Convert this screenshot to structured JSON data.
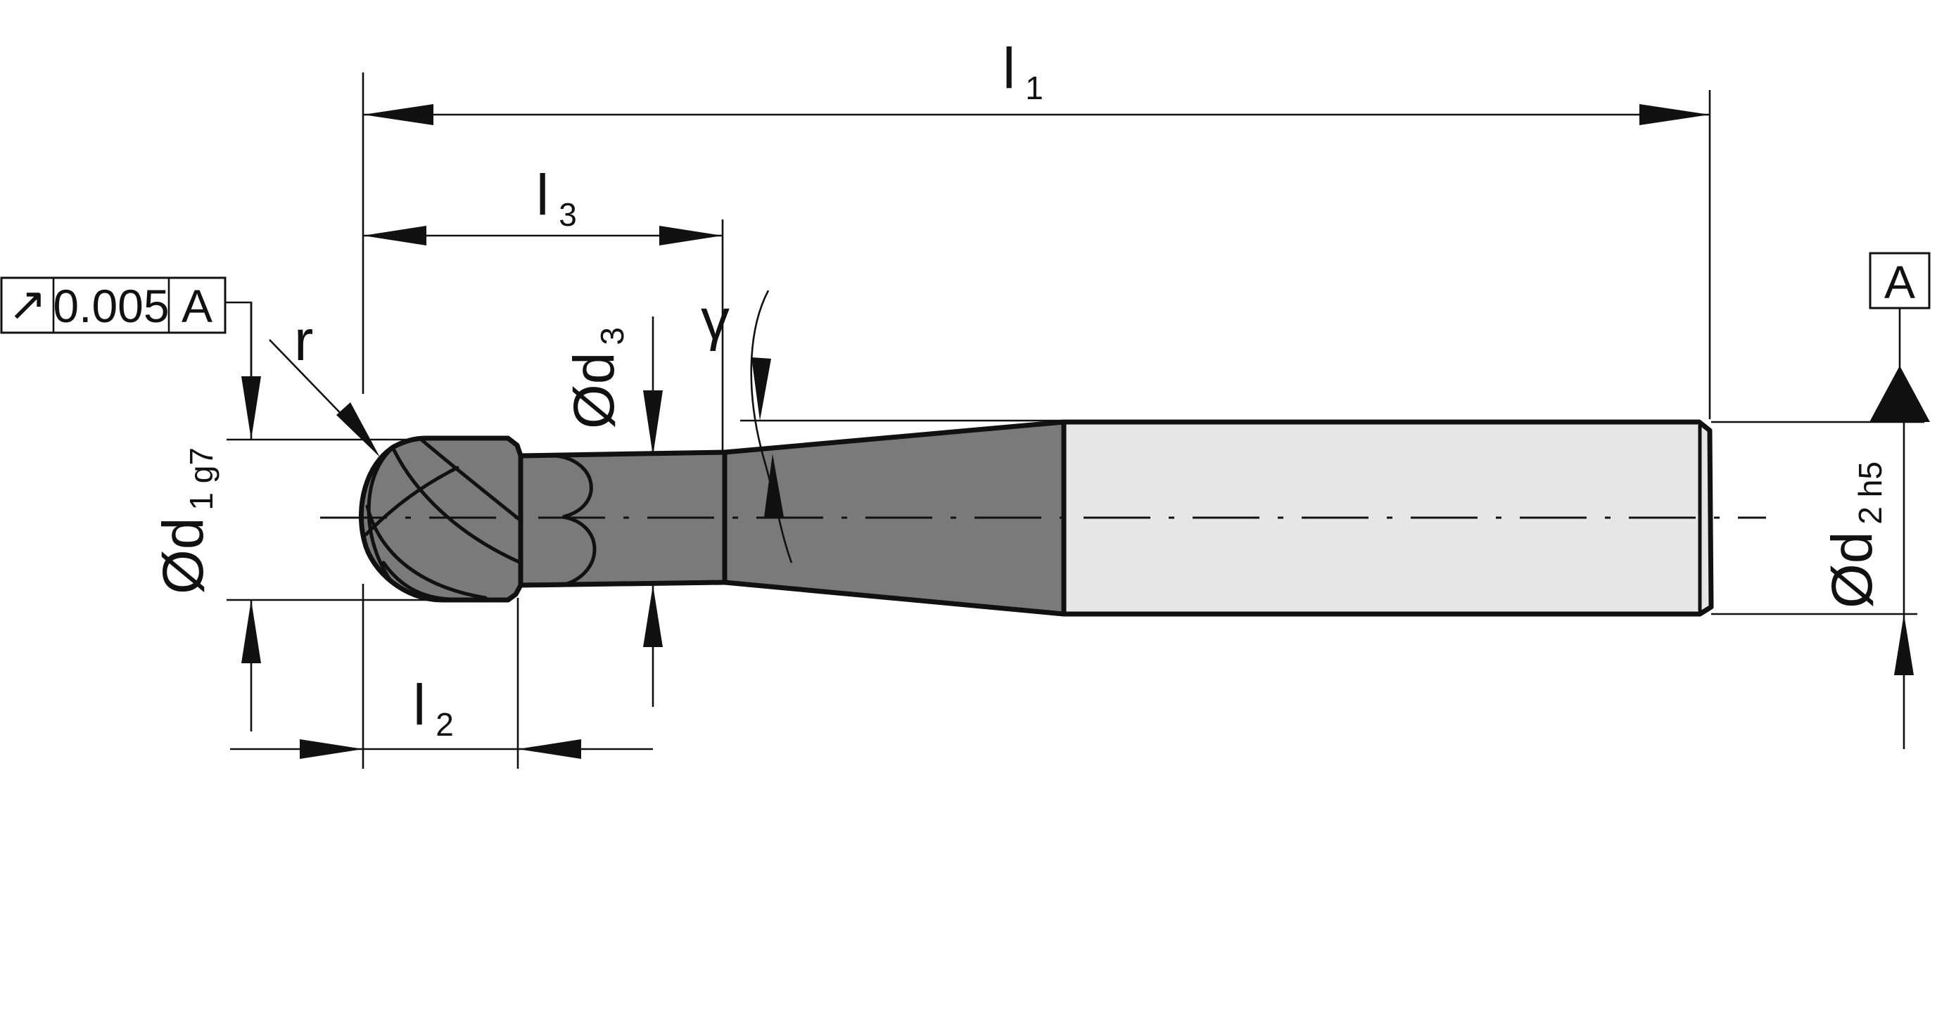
{
  "drawing": {
    "tool": "ball nose end mill",
    "labels": {
      "l1": {
        "main": "l",
        "sub": "1"
      },
      "l2": {
        "main": "l",
        "sub": "2"
      },
      "l3": {
        "main": "l",
        "sub": "3"
      },
      "r": "r",
      "gamma": "γ",
      "d1": {
        "main": "Ød",
        "sub": "1 g7"
      },
      "d2": {
        "main": "Ød",
        "sub": "2 h5"
      },
      "d3": {
        "main": "Ød",
        "sub": "3"
      }
    },
    "tolerance_frame": {
      "symbol": "↗",
      "value": "0.005",
      "datum": "A"
    },
    "datum_label": "A",
    "colors": {
      "line": "#111111",
      "shank": "#e6e6e6",
      "body": "#7a7a7a",
      "background": "#ffffff"
    }
  }
}
